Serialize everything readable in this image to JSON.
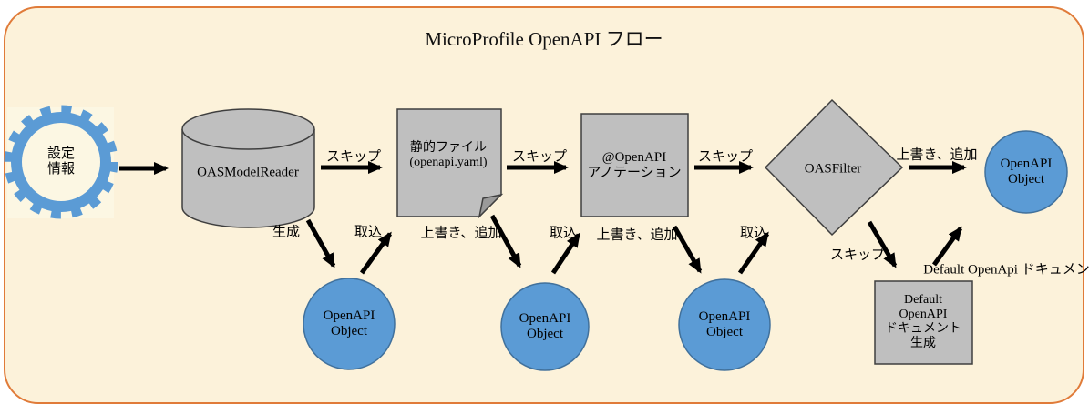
{
  "title": "MicroProfile OpenAPI フロー",
  "colors": {
    "background": "#FCF2DA",
    "frame_border": "#E07B39",
    "gear_panel": "#FCF7E3",
    "gear_blue": "#5B9BD5",
    "shape_fill": "#BFBFBF",
    "shape_border": "#3F3F3F",
    "circle_fill": "#5B9BD5",
    "circle_border": "#41719C",
    "arrow": "#000000"
  },
  "nodes": {
    "gear": {
      "label": "設定\n情報"
    },
    "model_reader": {
      "label": "OASModelReader"
    },
    "static_file": {
      "label": "静的ファイル\n(openapi.yaml)"
    },
    "annotation": {
      "label": "@OpenAPI\nアノテーション"
    },
    "filter": {
      "label": "OASFilter"
    },
    "openapi_object_final": {
      "label": "OpenAPI\nObject"
    },
    "openapi_object_1": {
      "label": "OpenAPI\nObject"
    },
    "openapi_object_2": {
      "label": "OpenAPI\nObject"
    },
    "openapi_object_3": {
      "label": "OpenAPI\nObject"
    },
    "default_doc": {
      "label": "Default\nOpenAPI\nドキュメント\n生成"
    }
  },
  "edges": {
    "skip_1": "スキップ",
    "skip_2": "スキップ",
    "skip_3": "スキップ",
    "overwrite_add_final": "上書き、追加",
    "generate": "生成",
    "import_1": "取込",
    "overwrite_add_1": "上書き、追加",
    "import_2": "取込",
    "overwrite_add_2": "上書き、追加",
    "import_3": "取込",
    "skip_down": "スキップ",
    "default_document": "Default OpenApi ドキュメント"
  }
}
